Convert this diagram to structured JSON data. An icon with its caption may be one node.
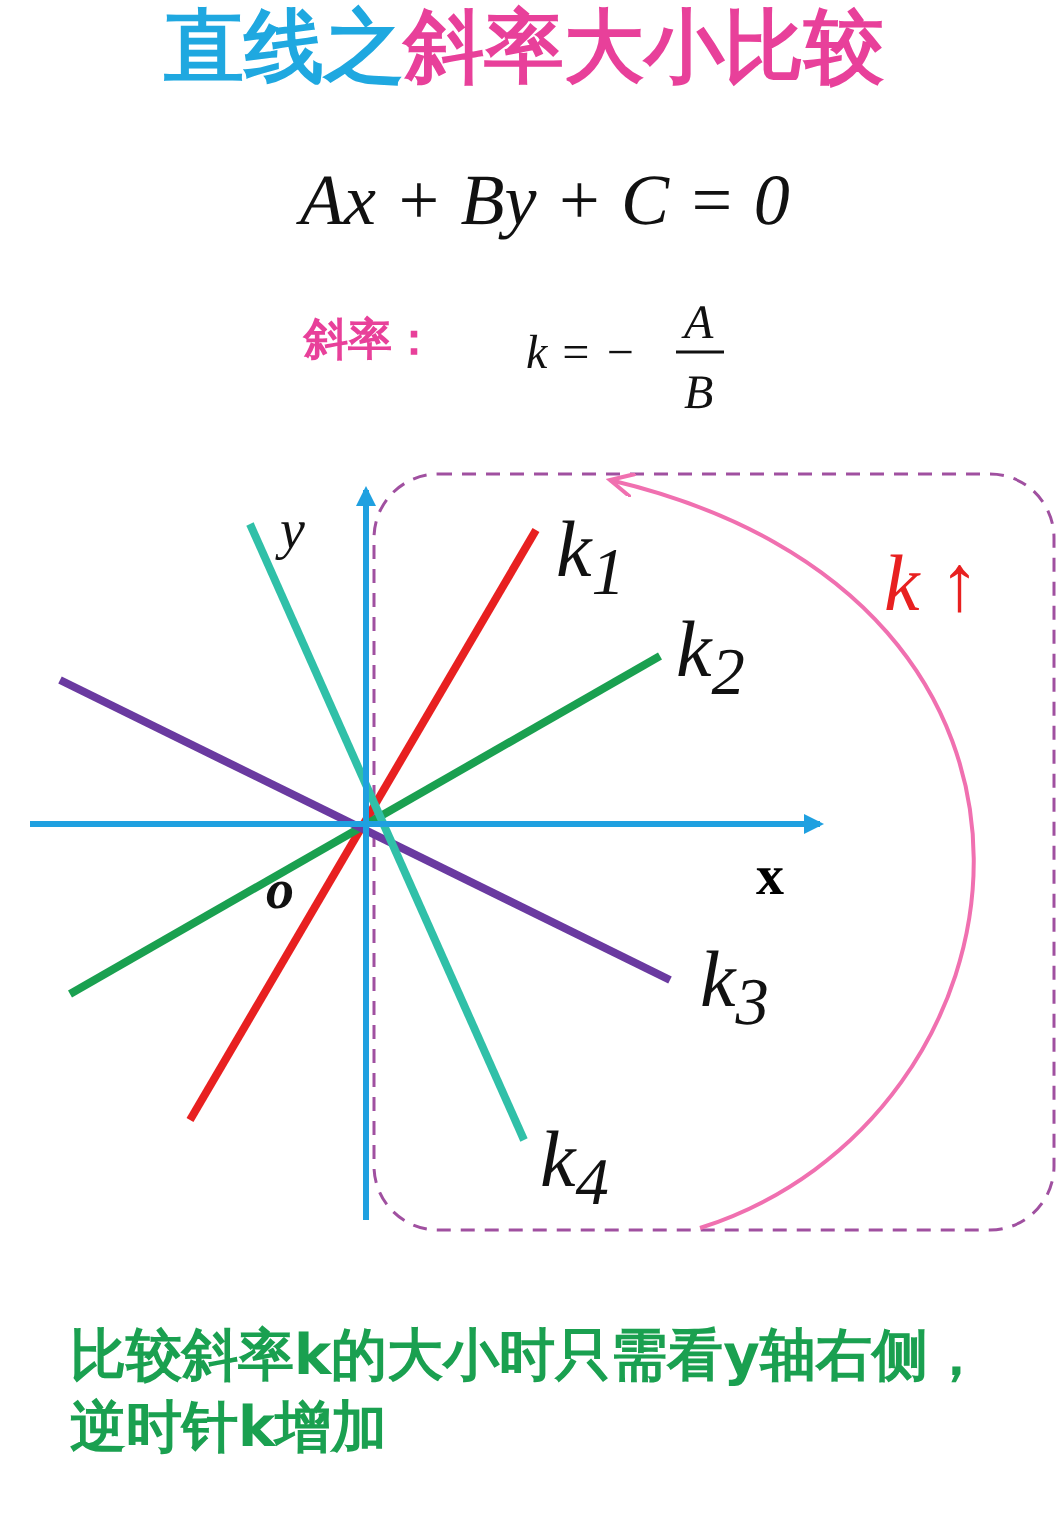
{
  "diagram": {
    "title": "直线之斜率大小比较",
    "labels": [
      "Ax + By + C = 0",
      "斜率：",
      "k = −",
      "A",
      "B",
      "y",
      "k$_{1}$",
      "k ↑",
      "k$_{2}$",
      "x",
      "o",
      "k$_{3}$",
      "k$_{4}$"
    ],
    "caption": "比较斜率k的大小时只需看y轴右侧，逆时针k增加"
  }
}
